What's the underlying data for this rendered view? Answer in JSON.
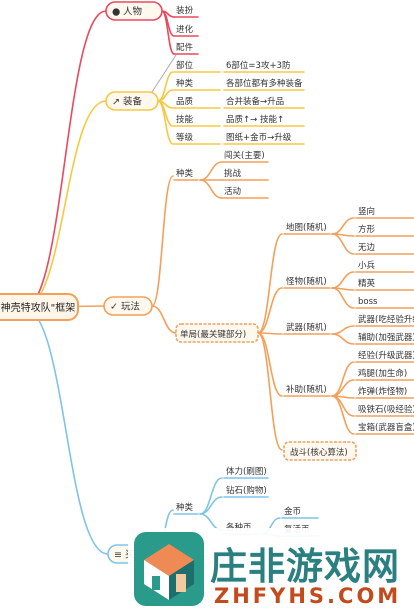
{
  "root": {
    "label": "\"神壳特攻队\"框架"
  },
  "colors": {
    "role": "#e84a5f",
    "equip": "#f5c842",
    "play": "#f4a05a",
    "buy": "#7fc4e8",
    "root_fill": "#fff6ea",
    "watermark_text": "#2a7f80",
    "watermark_domain": "#c34a1d"
  },
  "branches": {
    "role": {
      "label": "人物",
      "icon": "person-icon",
      "children": [
        "装扮",
        "进化",
        "配件"
      ]
    },
    "equip": {
      "label": "装备",
      "icon": "sword-icon",
      "rows": [
        {
          "key": "部位",
          "value": "6部位=3攻+3防"
        },
        {
          "key": "种类",
          "value": "各部位都有多种装备"
        },
        {
          "key": "品质",
          "value": "合并装备→升品"
        },
        {
          "key": "技能",
          "value": "品质↑→ 技能↑"
        },
        {
          "key": "等级",
          "value": "图纸+金币→升级"
        }
      ]
    },
    "play": {
      "label": "玩法",
      "icon": "runner-icon",
      "kinds": {
        "label": "种类",
        "items": [
          "闯关(主要)",
          "挑战",
          "活动"
        ]
      },
      "single": {
        "label": "单局(最关键部分)",
        "groups": [
          {
            "label": "地图(随机)",
            "items": [
              "竖向",
              "方形",
              "无边"
            ]
          },
          {
            "label": "怪物(随机)",
            "items": [
              "小兵",
              "精英",
              "boss"
            ]
          },
          {
            "label": "武器(随机)",
            "items": [
              "武器(吃经验升级)",
              "辅助(加强武器)"
            ]
          },
          {
            "label": "补助(随机)",
            "items": [
              "经验(升级武器)",
              "鸡腿(加生命)",
              "炸弹(炸怪物)",
              "吸铁石(吸经验)",
              "宝箱(武器盲盒)"
            ]
          }
        ],
        "battle": "战斗(核心算法)"
      }
    },
    "buy": {
      "label": "买",
      "icon": "cart-icon",
      "kinds": {
        "label": "种类",
        "items": [
          "体力(刷图)",
          "钻石(购物)"
        ],
        "sub": {
          "label": "各种币",
          "items": [
            "金币",
            "复活币"
          ]
        }
      }
    }
  },
  "watermark": {
    "text": "庄非游戏网",
    "domain": "ZHFYHS.COM"
  }
}
